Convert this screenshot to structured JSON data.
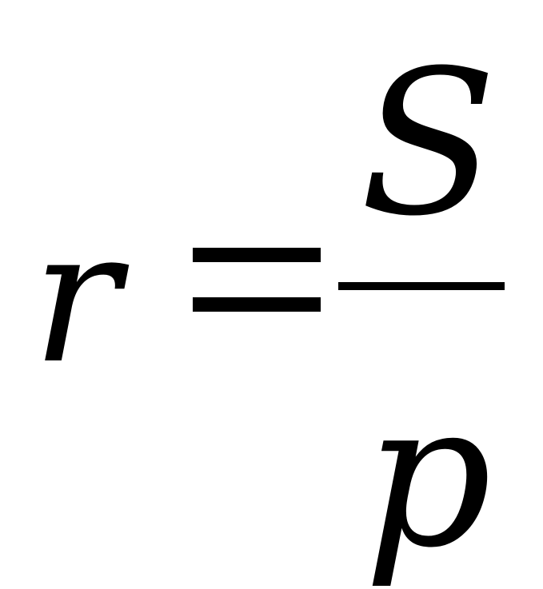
{
  "formula": {
    "lhs": "r",
    "rhs": {
      "numerator": "S",
      "denominator": "p"
    }
  }
}
